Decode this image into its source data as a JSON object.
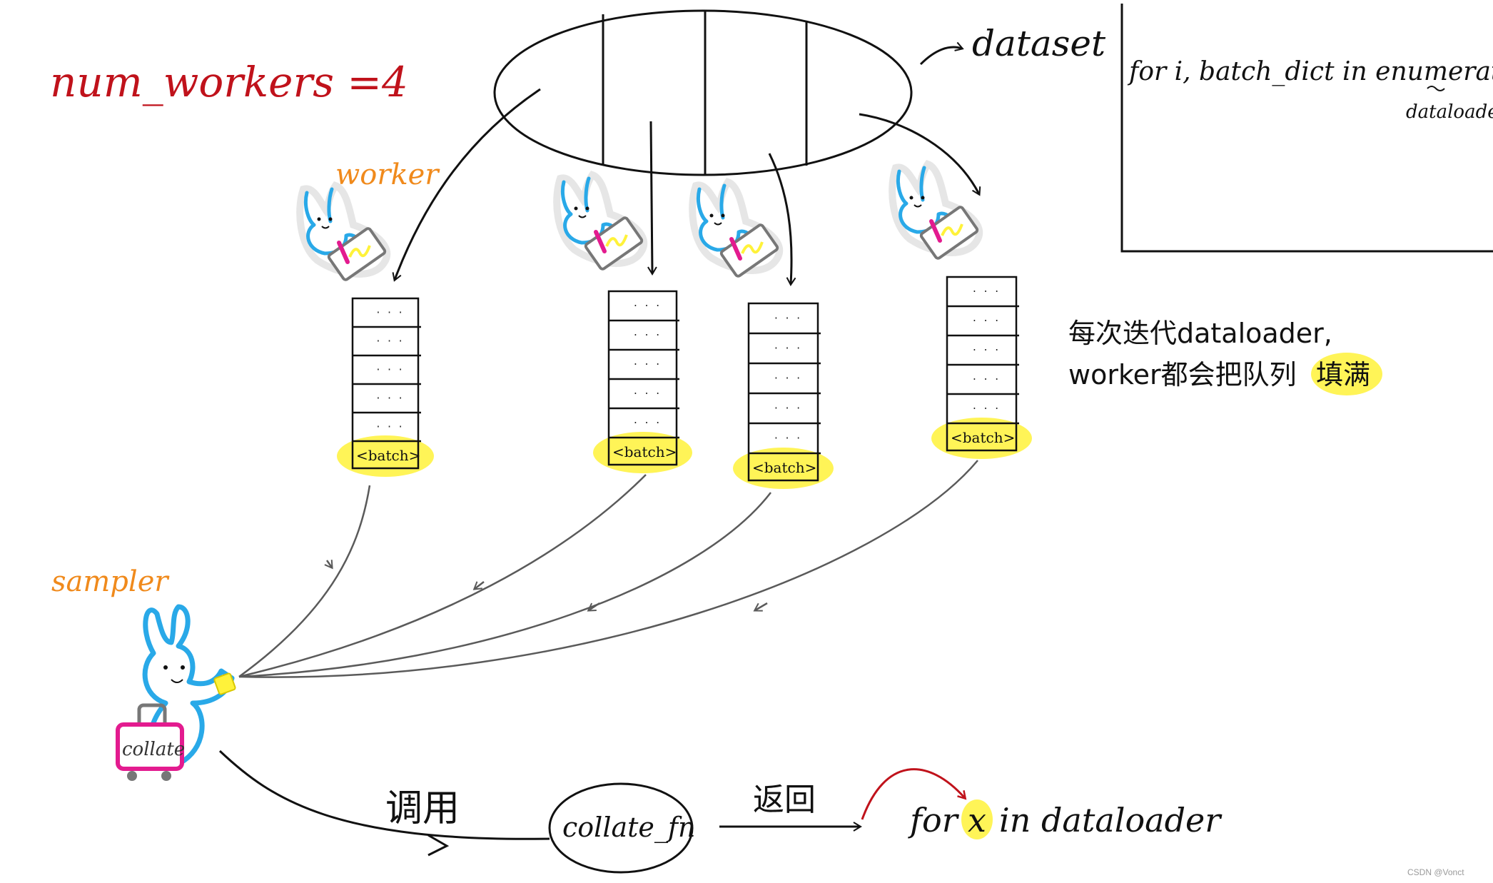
{
  "labels": {
    "num_workers": "num_workers =4",
    "dataset": "dataset",
    "worker": "worker",
    "sampler": "sampler",
    "collate_tag": "collate",
    "collate_fn": "collate_fn",
    "call": "调用",
    "ret": "返回",
    "for_loop_prefix": "for",
    "for_loop_var": "x",
    "for_loop_suffix": "in dataloader"
  },
  "code_box": {
    "line": "for i, batch_dict in enumerate(   )",
    "note": "dataloader"
  },
  "note": {
    "line1": "每次迭代dataloader,",
    "line2": "worker都会把队列",
    "highlight": "填满"
  },
  "queue_cell": "· · ·",
  "batch_label": "<batch>",
  "watermark": "CSDN @Vonct",
  "colors": {
    "red": "#c0121b",
    "orange": "#f08a1c",
    "blue": "#29a9e8",
    "pink": "#e31b8f",
    "yellow": "#fff23a",
    "gray_arrow": "#5a5a5a"
  }
}
